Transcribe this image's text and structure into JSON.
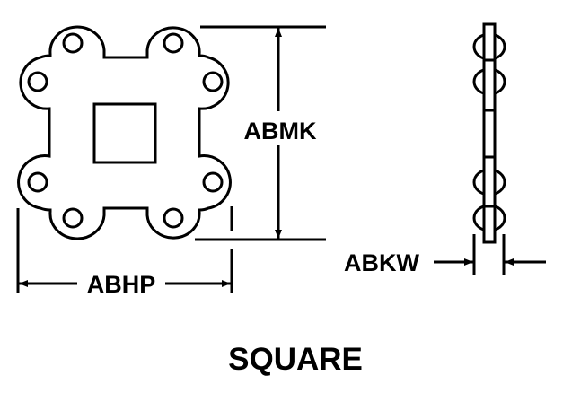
{
  "labels": {
    "height_dim": "ABMK",
    "width_dim": "ABHP",
    "thickness_dim": "ABKW",
    "caption": "SQUARE"
  },
  "colors": {
    "line": "#000000",
    "background": "#ffffff"
  }
}
